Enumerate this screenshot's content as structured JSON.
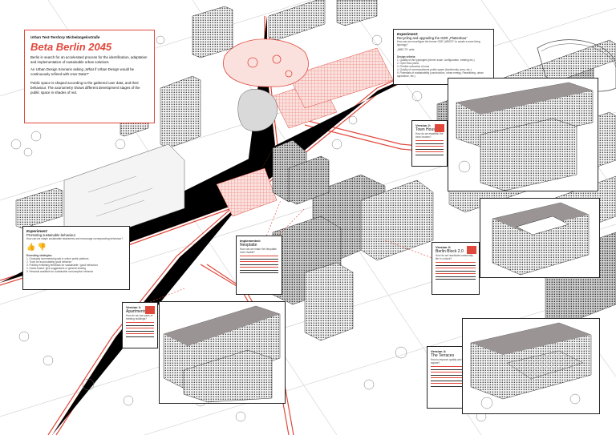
{
  "colors": {
    "accent": "#e0483c",
    "ink": "#222222",
    "shade": "#9a9494",
    "paper": "#ffffff"
  },
  "intro": {
    "label": "Urban Test-Territory Michelangelostraße",
    "title": "Beta Berlin 2045",
    "p1": "Berlin in search for an accelerated process for the identification, adaptation and implementation of sustainable urban solutions",
    "p2": "An Urban Design Scenario asking „What if Urban Design would be continuously refined with User Data?“",
    "p3": "Public space is shaped according to the gathered user data, and their behaviour. The axonometry shows different development stages of the public space in shades of red."
  },
  "exp_gdr": {
    "title": "Experiment:",
    "subtitle": "Recycling and upgrading the GDR „Plattenbau“",
    "question": "How can we reconfigure the former GDR „WBS70“ to create a more living typology?",
    "note": "„WBS 70“ units",
    "design_label": "Design criteria:",
    "items": [
      "1. Quality of the typologies (former scale, configuration, existing etc.)",
      "2. Open floor plans",
      "3. Flexible scenarios of uses",
      "4. Quality of communal/semi-public space (biodiversity, area, etc.)",
      "5. Potentials of sustainability (construction, urban energy, Parasitizing, urban agriculture, etc.)"
    ]
  },
  "exp_behaviour": {
    "title": "Experiment:",
    "subtitle": "Promoting sustainable behaviour",
    "question": "How can we shape sustainable awareness and encourage corresponding behaviour?",
    "strategies_label": "Executing strategies:",
    "items": [
      "1. Gradually incremental goals in online public platform",
      "2. Tools for accumulating good behavior",
      "3. Publicly exhibiting feedback for sustainable / good behaviour",
      "4. Game-based: give suggestions or general sharing",
      "5. Rewards available for sustainable consumption behavior"
    ]
  },
  "v1": {
    "ver": "Version 1:",
    "name": "Apartments",
    "q": "How do we use parts of existing buildings?"
  },
  "v2": {
    "ver": "Version 2:",
    "name": "Town Houses",
    "q": "How do we establish the town houses?"
  },
  "v3": {
    "ver": "Version 3:",
    "name": "Berlin Block 2.0",
    "q": "How do we reactivate community life in a block?"
  },
  "v4": {
    "ver": "Version 4:",
    "name": "The Terraces",
    "q": "How to improve quality and add the square?"
  },
  "neo": {
    "title": "Implemented:",
    "name": "Neoplatte",
    "q": "How can we make the Neoplatte more livable?"
  }
}
